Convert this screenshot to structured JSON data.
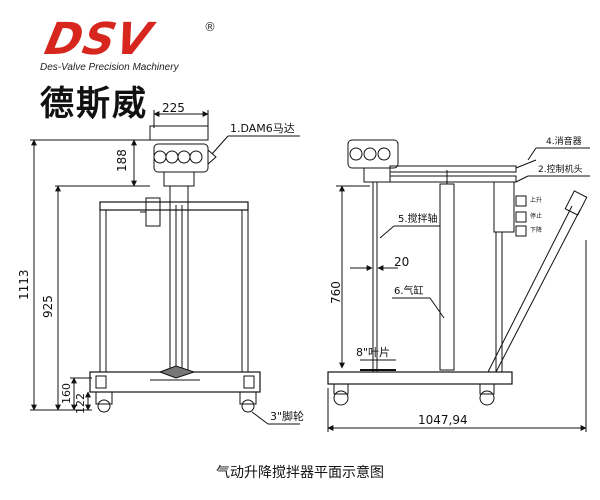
{
  "logo": {
    "mark": "DSV",
    "registered": "®",
    "tagline": "Des-Valve Precision Machinery",
    "brand_cn": "德斯威"
  },
  "left_view": {
    "dim_top": "225",
    "dim_head": "188",
    "dim_total": "1113",
    "dim_mid": "925",
    "dim_low1": "160",
    "dim_low2": "122",
    "callout_1": "1.DAM6马达",
    "callout_3": "3\"脚轮"
  },
  "right_view": {
    "callout_4": "4.消音器",
    "callout_2": "2.控制机头",
    "small_labels": [
      "上升",
      "停止",
      "下降"
    ],
    "callout_5": "5.搅拌轴",
    "dim_20": "20",
    "dim_760": "760",
    "callout_6": "6.气缸",
    "impeller": "8\"叶片",
    "dim_width": "1047,94"
  },
  "caption": "气动升降搅拌器平面示意图"
}
